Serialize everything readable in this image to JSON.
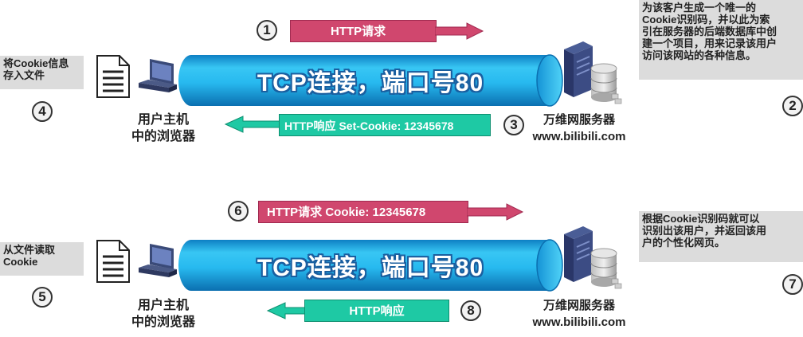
{
  "top": {
    "step1": "1",
    "step2": "2",
    "step3": "3",
    "step4": "4",
    "request_label": "HTTP请求",
    "pipe_label": "TCP连接，端口号80",
    "response_label": "HTTP响应 Set-Cookie: 12345678",
    "client_caption": "用户主机\n中的浏览器",
    "server_caption": "万维网服务器\nwww.bilibili.com",
    "left_note": "将Cookie信息\n存入文件",
    "right_note": "为该客户生成一个唯一的\nCookie识别码，并以此为索\n引在服务器的后端数据库中创\n建一个项目，用来记录该用户\n访问该网站的各种信息。"
  },
  "bottom": {
    "step5": "5",
    "step6": "6",
    "step7": "7",
    "step8": "8",
    "request_label": "HTTP请求  Cookie: 12345678",
    "pipe_label": "TCP连接，端口号80",
    "response_label": "HTTP响应",
    "client_caption": "用户主机\n中的浏览器",
    "server_caption": "万维网服务器\nwww.bilibili.com",
    "left_note": "从文件读取\nCookie",
    "right_note": "根据Cookie识别码就可以\n识别出该用户，并返回该用\n户的个性化网页。"
  },
  "colors": {
    "pipe": "#27b9ef",
    "request": "#d0476e",
    "response": "#1ec9a4"
  },
  "icons": [
    "document-icon",
    "computer-icon",
    "server-icon",
    "database-icon"
  ]
}
